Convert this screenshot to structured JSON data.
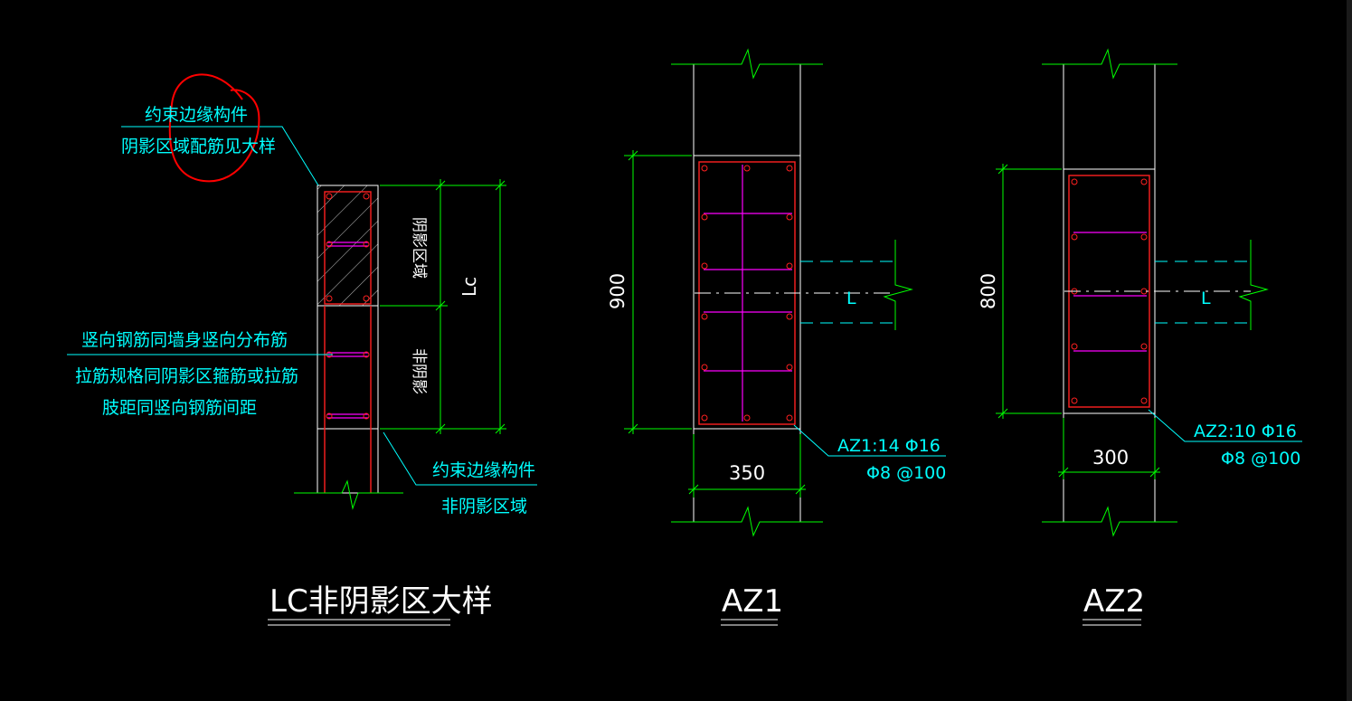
{
  "colors": {
    "background": "#000000",
    "outline": "#ffffff",
    "dimension": "#00ff00",
    "rebar": "#ff2020",
    "stirrup": "#ff00ff",
    "text": "#00ffff",
    "annotation_circle": "#ff0000"
  },
  "lc_detail": {
    "title": "LC非阴影区大样",
    "note_top_line1": "约束边缘构件",
    "note_top_line2": "阴影区域配筋见大样",
    "note_mid_line1": "竖向钢筋同墙身竖向分布筋",
    "note_mid_line2": "拉筋规格同阴影区箍筋或拉筋",
    "note_mid_line3": "肢距同竖向钢筋间距",
    "note_bottom_line1": "约束边缘构件",
    "note_bottom_line2": "非阴影区域",
    "zone_shadow_label": "阴影区域",
    "zone_nonshadow_label": "非阴影",
    "dim_label": "Lc"
  },
  "az1": {
    "title": "AZ1",
    "height_dim": "900",
    "width_dim": "350",
    "rebar_spec": "AZ1:14 Φ16",
    "stirrup_spec": "Φ8 @100",
    "length_mark": "L"
  },
  "az2": {
    "title": "AZ2",
    "height_dim": "800",
    "width_dim": "300",
    "rebar_spec": "AZ2:10 Φ16",
    "stirrup_spec": "Φ8 @100",
    "length_mark": "L"
  }
}
